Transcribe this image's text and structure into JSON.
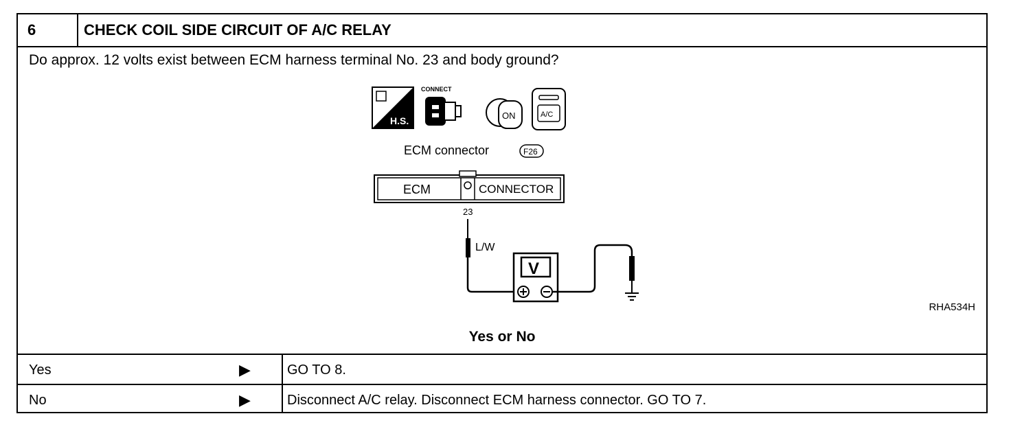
{
  "step": {
    "number": "6",
    "title": "CHECK COIL SIDE CIRCUIT OF A/C RELAY",
    "question": "Do approx. 12 volts exist between ECM harness terminal No. 23 and body ground?"
  },
  "diagram": {
    "icons": [
      "hand-service-icon",
      "connect-icon",
      "ignition-key-on-icon",
      "ac-switch-icon"
    ],
    "hs_label": "H.S.",
    "connect_label": "CONNECT",
    "key_label": "ON",
    "ac_label": "A/C",
    "connector_caption": "ECM connector",
    "connector_code": "F26",
    "ecm_label": "ECM",
    "connector_label": "CONNECTOR",
    "terminal": "23",
    "wire_color": "L/W",
    "meter_label": "V",
    "figure_id": "RHA534H"
  },
  "decision_heading": "Yes or No",
  "outcomes": [
    {
      "answer": "Yes",
      "arrow": "▶",
      "action": "GO TO 8."
    },
    {
      "answer": "No",
      "arrow": "▶",
      "action": "Disconnect A/C relay. Disconnect ECM harness connector. GO TO 7."
    }
  ]
}
